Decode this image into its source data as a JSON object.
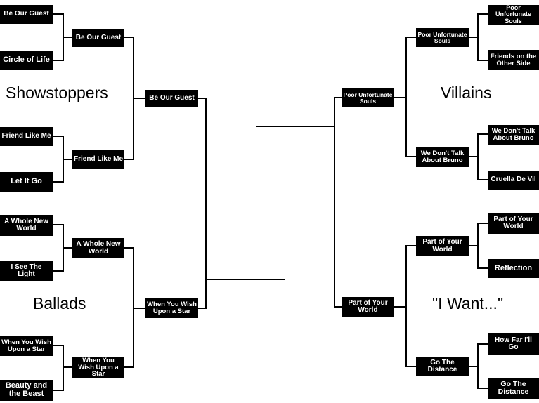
{
  "regions": {
    "showstoppers": "Showstoppers",
    "ballads": "Ballads",
    "villains": "Villains",
    "i_want": "\"I Want...\""
  },
  "left": {
    "round1": [
      "Be Our Guest",
      "Circle of Life",
      "Friend Like Me",
      "Let It Go",
      "A Whole New World",
      "I See The Light",
      "When You Wish Upon a Star",
      "Beauty and the Beast"
    ],
    "round2": [
      "Be Our Guest",
      "Friend Like Me",
      "A Whole New World",
      "When You Wish Upon a Star"
    ],
    "round3": [
      "Be Our Guest",
      "When You Wish Upon a Star"
    ]
  },
  "right": {
    "round1": [
      "Poor Unfortunate Souls",
      "Friends on the Other Side",
      "We Don't Talk About Bruno",
      "Cruella De Vil",
      "Part of Your World",
      "Reflection",
      "How Far I'll Go",
      "Go The Distance"
    ],
    "round2": [
      "Poor Unfortunate Souls",
      "We Don't Talk About Bruno",
      "Part of Your World",
      "Go The Distance"
    ],
    "round3": [
      "Poor Unfortunate Souls",
      "Part of Your World"
    ]
  }
}
